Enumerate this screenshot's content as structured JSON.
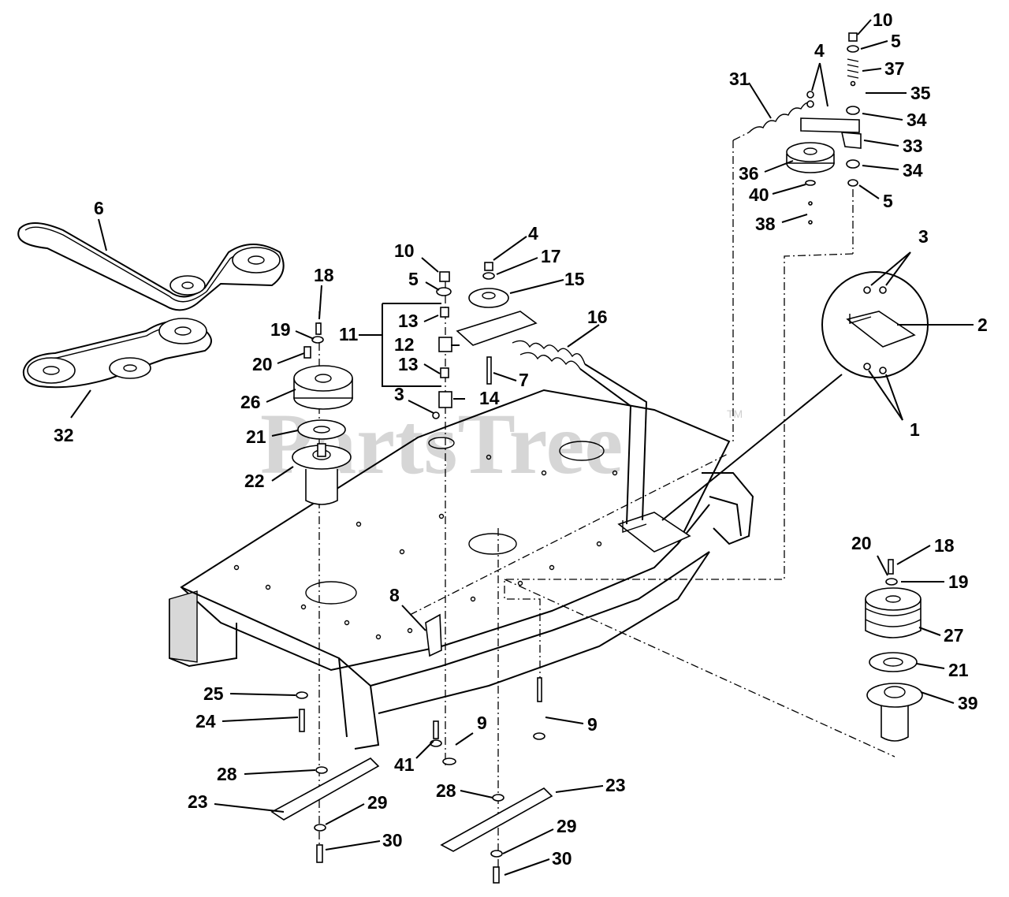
{
  "watermark": {
    "text": "PartsTree",
    "trademark": "TM"
  },
  "callouts": [
    {
      "id": "c10a",
      "text": "10"
    },
    {
      "id": "c5a",
      "text": "5"
    },
    {
      "id": "c37",
      "text": "37"
    },
    {
      "id": "c4a",
      "text": "4"
    },
    {
      "id": "c31",
      "text": "31"
    },
    {
      "id": "c35",
      "text": "35"
    },
    {
      "id": "c34a",
      "text": "34"
    },
    {
      "id": "c33",
      "text": "33"
    },
    {
      "id": "c36",
      "text": "36"
    },
    {
      "id": "c34b",
      "text": "34"
    },
    {
      "id": "c40",
      "text": "40"
    },
    {
      "id": "c5b",
      "text": "5"
    },
    {
      "id": "c38",
      "text": "38"
    },
    {
      "id": "c6",
      "text": "6"
    },
    {
      "id": "c3a",
      "text": "3"
    },
    {
      "id": "c2",
      "text": "2"
    },
    {
      "id": "c1",
      "text": "1"
    },
    {
      "id": "c10b",
      "text": "10"
    },
    {
      "id": "c4b",
      "text": "4"
    },
    {
      "id": "c17",
      "text": "17"
    },
    {
      "id": "c18a",
      "text": "18"
    },
    {
      "id": "c5c",
      "text": "5"
    },
    {
      "id": "c15",
      "text": "15"
    },
    {
      "id": "c19a",
      "text": "19"
    },
    {
      "id": "c11",
      "text": "11"
    },
    {
      "id": "c13a",
      "text": "13"
    },
    {
      "id": "c16",
      "text": "16"
    },
    {
      "id": "c12",
      "text": "12"
    },
    {
      "id": "c20a",
      "text": "20"
    },
    {
      "id": "c13b",
      "text": "13"
    },
    {
      "id": "c7",
      "text": "7"
    },
    {
      "id": "c32",
      "text": "32"
    },
    {
      "id": "c26",
      "text": "26"
    },
    {
      "id": "c3b",
      "text": "3"
    },
    {
      "id": "c14",
      "text": "14"
    },
    {
      "id": "c21a",
      "text": "21"
    },
    {
      "id": "c22",
      "text": "22"
    },
    {
      "id": "c20b",
      "text": "20"
    },
    {
      "id": "c18b",
      "text": "18"
    },
    {
      "id": "c19b",
      "text": "19"
    },
    {
      "id": "c8",
      "text": "8"
    },
    {
      "id": "c27",
      "text": "27"
    },
    {
      "id": "c21b",
      "text": "21"
    },
    {
      "id": "c25",
      "text": "25"
    },
    {
      "id": "c39",
      "text": "39"
    },
    {
      "id": "c24",
      "text": "24"
    },
    {
      "id": "c9a",
      "text": "9"
    },
    {
      "id": "c9b",
      "text": "9"
    },
    {
      "id": "c41",
      "text": "41"
    },
    {
      "id": "c28a",
      "text": "28"
    },
    {
      "id": "c23a",
      "text": "23"
    },
    {
      "id": "c23b",
      "text": "23"
    },
    {
      "id": "c28b",
      "text": "28"
    },
    {
      "id": "c29a",
      "text": "29"
    },
    {
      "id": "c30a",
      "text": "30"
    },
    {
      "id": "c29b",
      "text": "29"
    },
    {
      "id": "c30b",
      "text": "30"
    }
  ]
}
